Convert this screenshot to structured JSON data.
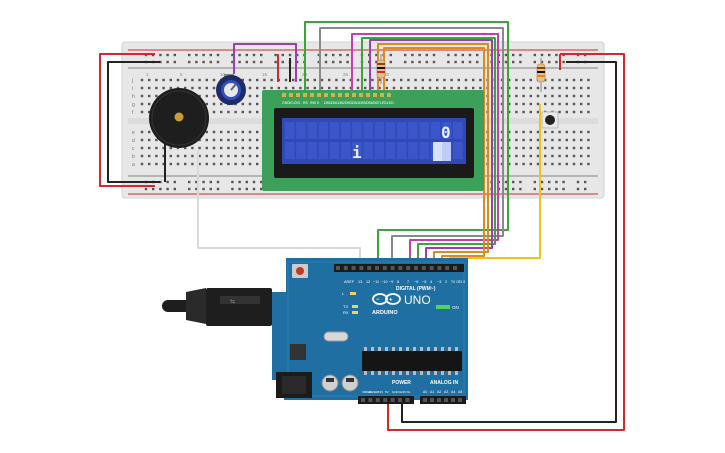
{
  "board": {
    "brand": "ARDUINO",
    "model": "UNO",
    "header_digital": "DIGITAL (PWM~)",
    "header_power": "POWER",
    "header_analog": "ANALOG IN",
    "label_on": "ON",
    "label_tx": "TX",
    "label_rx": "RX",
    "label_l": "L",
    "label_aref": "AREF",
    "digital_pins": [
      "13",
      "12",
      "~11",
      "~10",
      "~9",
      "8",
      "7",
      "~6",
      "~5",
      "4",
      "~3",
      "2",
      "TX 1",
      "RX 0"
    ],
    "power_pins": [
      "IOREF",
      "RESET",
      "3.3V",
      "5V",
      "GND",
      "GND",
      "Vin"
    ],
    "analog_pins": [
      "A0",
      "A1",
      "A2",
      "A3",
      "A4",
      "A5"
    ]
  },
  "lcd": {
    "row1_char": "0",
    "row2_char": "i",
    "pin_labels": [
      "GND",
      "VCC",
      "V0",
      "RS",
      "RW",
      "E",
      "DB0",
      "DB1",
      "DB2",
      "DB3",
      "DB4",
      "DB5",
      "DB6",
      "DB7",
      "LED",
      "LED"
    ]
  },
  "breadboard": {
    "row_letters_top": [
      "j",
      "i",
      "h",
      "g",
      "f"
    ],
    "row_letters_bottom": [
      "e",
      "d",
      "c",
      "b",
      "a"
    ],
    "column_numbers": [
      "1",
      "5",
      "10",
      "15",
      "20",
      "25",
      "30"
    ]
  },
  "colors": {
    "breadboard": "#e7e7e7",
    "rail_red": "#d12a2a",
    "rail_black": "#222222",
    "arduino": "#1f6fa3",
    "lcd_frame": "#3da05a",
    "lcd_screen": "#2f49b8",
    "wire_green": "#3aa53a",
    "wire_purple": "#9b3fb0",
    "wire_magenta": "#c43fa8",
    "wire_orange": "#e08a1e",
    "wire_yellow": "#f0c21a",
    "wire_gray": "#888888",
    "wire_red": "#d12a2a",
    "wire_black": "#222222",
    "wire_white": "#dddddd"
  },
  "icons": [
    "usb-cable-icon",
    "buzzer-icon",
    "potentiometer-icon",
    "pushbutton-icon",
    "resistor-icon"
  ]
}
